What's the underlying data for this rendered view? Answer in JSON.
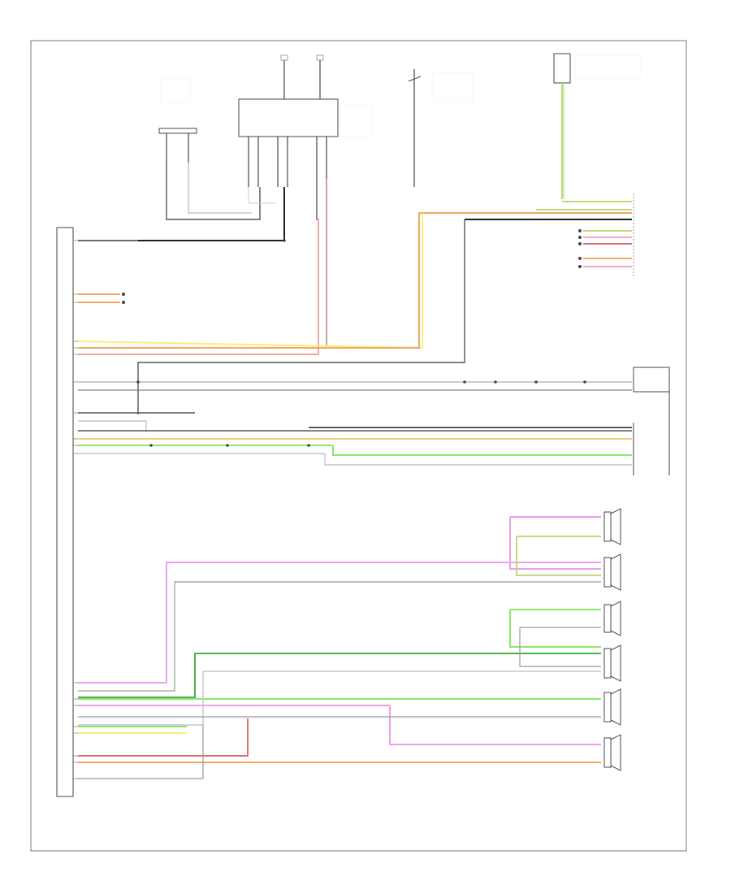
{
  "page": {
    "number": ""
  },
  "colors": {
    "white": "#d8d8d8",
    "grey": "#9a9a9a",
    "dark": "#555555",
    "black": "#1e1e1e",
    "yellow": "#f5f07a",
    "orange": "#f2a862",
    "red": "#e07070",
    "violet": "#eaa0ea",
    "green": "#8be86c",
    "dkgreen": "#4fb04f",
    "olive": "#c2d87a",
    "pink": "#f0a8c8",
    "brown": "#b07a7a",
    "blue": "#9aa8e0",
    "tan": "#c8b890"
  },
  "components": [
    {
      "id": "sensor_top_left",
      "label": ""
    },
    {
      "id": "module_top",
      "label": ""
    },
    {
      "id": "switch_top",
      "label": ""
    },
    {
      "id": "module_top_right",
      "label": ""
    },
    {
      "id": "connector_right_upper",
      "label": ""
    },
    {
      "id": "amp_right",
      "label": ""
    },
    {
      "id": "radio_main",
      "label": ""
    },
    {
      "id": "spk_rf_tweeter",
      "label": ""
    },
    {
      "id": "spk_rf_door",
      "label": ""
    },
    {
      "id": "spk_lf_tweeter",
      "label": ""
    },
    {
      "id": "spk_lf_door",
      "label": ""
    },
    {
      "id": "spk_lr",
      "label": ""
    },
    {
      "id": "spk_rr",
      "label": ""
    }
  ],
  "wires": [
    {
      "id": "w01",
      "color": "grey"
    },
    {
      "id": "w02",
      "color": "black"
    },
    {
      "id": "w03",
      "color": "yellow"
    },
    {
      "id": "w04",
      "color": "orange"
    },
    {
      "id": "w05",
      "color": "brown"
    },
    {
      "id": "w06",
      "color": "white"
    },
    {
      "id": "w07",
      "color": "black"
    },
    {
      "id": "w08",
      "color": "green"
    },
    {
      "id": "w09",
      "color": "olive"
    },
    {
      "id": "w10",
      "color": "violet"
    },
    {
      "id": "w11",
      "color": "dark"
    },
    {
      "id": "w12",
      "color": "dkgreen"
    },
    {
      "id": "w13",
      "color": "pink"
    },
    {
      "id": "w14",
      "color": "red"
    }
  ]
}
